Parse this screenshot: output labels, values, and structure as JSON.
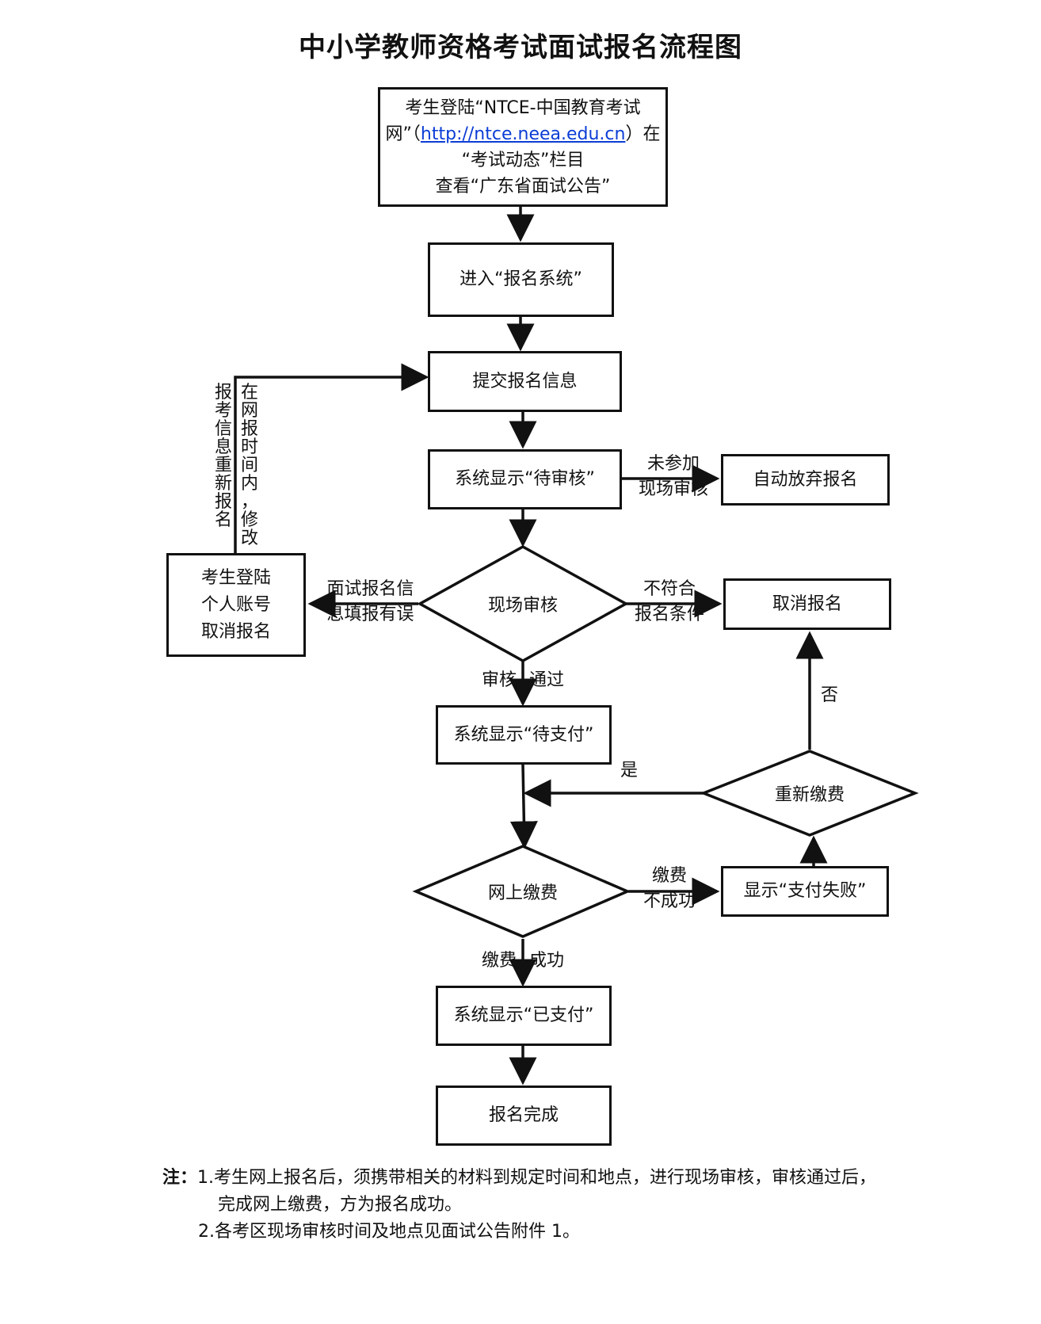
{
  "title": "中小学教师资格考试面试报名流程图",
  "nodes": {
    "start": {
      "line1": "考生登陆“NTCE-中国教育考试",
      "line2_pre": "网”（",
      "line2_link": "http://ntce.neea.edu.cn",
      "line2_post": "）在",
      "line3": "“考试动态”栏目",
      "line4": "查看“广东省面试公告”"
    },
    "enter_system": "进入“报名系统”",
    "submit_info": "提交报名信息",
    "pending_review": "系统显示“待审核”",
    "auto_abandon": "自动放弃报名",
    "onsite_review": "现场审核",
    "cancel_account": {
      "line1": "考生登陆",
      "line2": "个人账号",
      "line3": "取消报名"
    },
    "cancel_registration": "取消报名",
    "pending_payment": "系统显示“待支付”",
    "repay": "重新缴费",
    "online_payment": "网上缴费",
    "payment_failed": "显示“支付失败”",
    "paid": "系统显示“已支付”",
    "complete": "报名完成"
  },
  "edge_labels": {
    "not_attend_1": "未参加",
    "not_attend_2": "现场审核",
    "info_error_1": "面试报名信",
    "info_error_2": "息填报有误",
    "not_qualified_1": "不符合",
    "not_qualified_2": "报名条件",
    "review_pass_1": "审核",
    "review_pass_2": "通过",
    "no": "否",
    "yes": "是",
    "pay_fail_1": "缴费",
    "pay_fail_2": "不成功",
    "pay_success_1": "缴费",
    "pay_success_2": "成功",
    "re_register": "报考信息重新报名",
    "modify_within": "在网报时间内，修改"
  },
  "notes": {
    "prefix": "注：",
    "item1_line1": "1.考生网上报名后，须携带相关的材料到规定时间和地点，进行现场审核，审核通过后，",
    "item1_line2": "完成网上缴费，方为报名成功。",
    "item2": "2.各考区现场审核时间及地点见面试公告附件 1。"
  },
  "colors": {
    "line": "#111111",
    "link": "#0b3dd6"
  }
}
